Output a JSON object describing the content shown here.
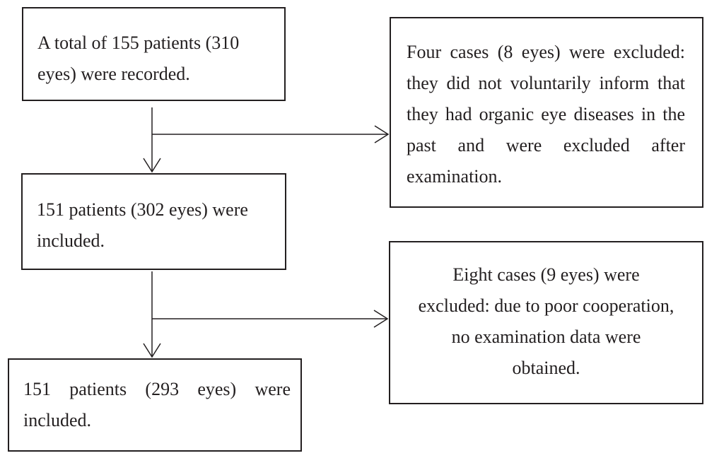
{
  "flowchart": {
    "total": {
      "text": "A total of 155 patients (310 eyes) were recorded."
    },
    "step1": {
      "text": "151 patients (302 eyes) were included."
    },
    "final": {
      "text": "151 patients (293 eyes) were included."
    },
    "exclusion1": {
      "text": "Four cases (8 eyes) were excluded: they did not voluntarily inform that they had organic eye diseases in the past and were excluded after examination."
    },
    "exclusion2": {
      "text": "Eight cases (9 eyes) were excluded: due to poor cooperation, no examination data were obtained."
    }
  },
  "colors": {
    "stroke": "#231f20",
    "background": "#ffffff"
  }
}
